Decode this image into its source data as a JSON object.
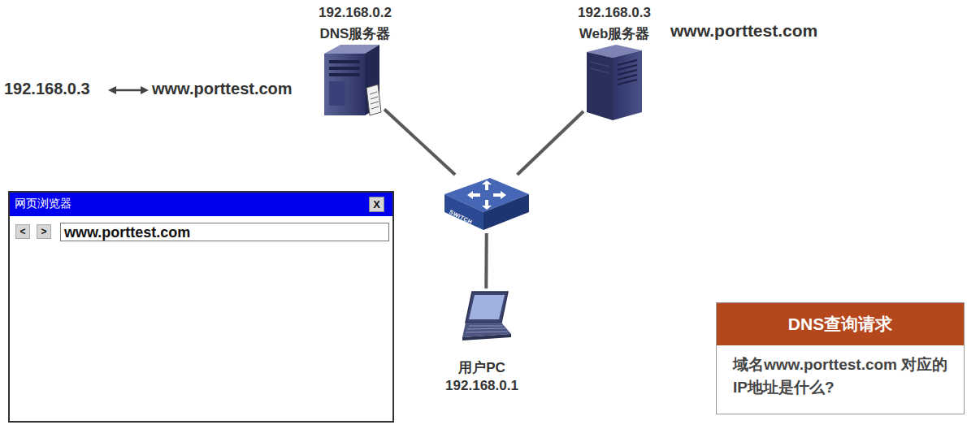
{
  "diagram": {
    "nodes": [
      {
        "text": [
          "192.168.0.2",
          "DNS服务器"
        ]
      },
      {
        "text": [
          "192.168.0.3",
          "Web服务器",
          "www.porttest.com"
        ]
      },
      {
        "text": [
          "SWITCH"
        ]
      },
      {
        "text": [
          "用户PC",
          "192.168.0.1"
        ]
      },
      {
        "text": [
          "网页浏览器"
        ]
      },
      {
        "text": [
          "X"
        ],
        "in": 4
      },
      {
        "text": [
          "<"
        ],
        "in": 4
      },
      {
        "text": [
          ">"
        ],
        "in": 4
      },
      {
        "text": [
          "www.porttest.com"
        ],
        "in": 4
      },
      {
        "text": [
          "DNS查询请求",
          "域名www.porttest.com 对应的IP地址是什么?"
        ]
      }
    ],
    "edges": [
      {
        "from": 0,
        "to": 2,
        "arrow": "none"
      },
      {
        "from": 1,
        "to": 2,
        "arrow": "none"
      },
      {
        "from": 2,
        "to": 3,
        "arrow": "none"
      }
    ],
    "labels": [
      "192.168.0.3",
      "www.porttest.com"
    ]
  }
}
